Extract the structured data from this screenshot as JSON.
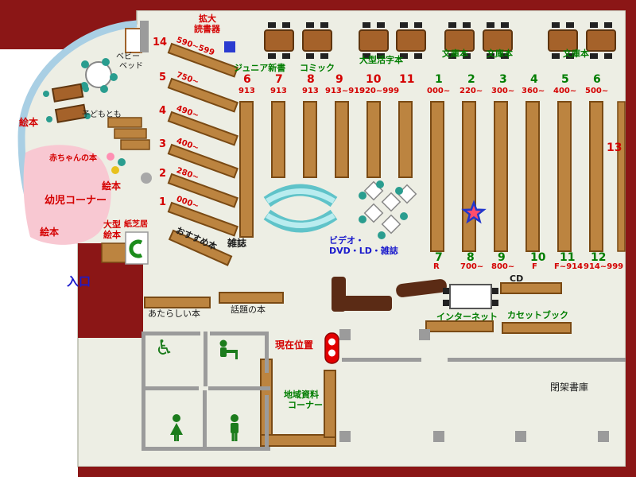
{
  "top_area": {
    "kakudai_line1": "拡大",
    "kakudai_line2": "読書器",
    "junior_shinsho": "ジュニア新書",
    "comic": "コミック",
    "ogata_katsuji": "大型活字本",
    "bunkobon": [
      "文庫本",
      "文庫本",
      "文庫本"
    ]
  },
  "group_a": {
    "numbers": [
      "6",
      "7",
      "8",
      "9",
      "10",
      "11"
    ],
    "ranges": [
      "913",
      "913",
      "913",
      "913~919",
      "920~999"
    ]
  },
  "group_b": {
    "top_numbers": [
      "1",
      "2",
      "3",
      "4",
      "5",
      "6"
    ],
    "top_ranges": [
      "000~",
      "220~",
      "300~",
      "360~",
      "400~",
      "500~"
    ],
    "bottom_numbers": [
      "7",
      "8",
      "9",
      "10",
      "11",
      "12"
    ],
    "bottom_ranges": [
      "R",
      "700~",
      "800~",
      "F",
      "F~914",
      "914~999"
    ]
  },
  "side_shelves": {
    "items": [
      {
        "num": "14",
        "range": "590~599"
      },
      {
        "num": "5",
        "range": "750~"
      },
      {
        "num": "4",
        "range": "490~"
      },
      {
        "num": "3",
        "range": "400~"
      },
      {
        "num": "2",
        "range": "280~"
      },
      {
        "num": "1",
        "range": "000~"
      }
    ],
    "recommended": "おすすめ本",
    "shelf13": "13"
  },
  "children_area": {
    "ehon1": "絵本",
    "ehon2": "絵本",
    "ehon3": "絵本",
    "baby_books": "赤ちゃんの本",
    "yoji_corner": "幼児コーナー",
    "kodomo": "子どもとも",
    "baby_bed_line1": "ベビー",
    "baby_bed_line2": "ベッド",
    "ogata_line1": "大型",
    "ogata_line2": "絵本",
    "kamishibai": "紙芝居"
  },
  "center_area": {
    "zasshi": "雑誌",
    "video_line1": "ビデオ・",
    "video_line2": "DVD・LD・雑誌"
  },
  "entrance": "入口",
  "bottom_area": {
    "new_books": "あたらしい本",
    "topic_books": "話題の本",
    "current_position": "現在位置",
    "internet": "インターネット",
    "cd": "CD",
    "cassette_book": "カセットブック",
    "chiiki_line1": "地域資料",
    "chiiki_line2": "コーナー",
    "heika_shoko": "閉架書庫"
  },
  "icons": {
    "wheelchair": "♿"
  },
  "colors": {
    "wall": "#8b1616",
    "shelf": "#bc8440",
    "floor": "#edeee4",
    "accent_red": "#d40000",
    "accent_green": "#007d00",
    "accent_blue": "#1a1acc",
    "pink_area": "#f8c8d2",
    "cyan_rack": "#5fc3c9"
  }
}
